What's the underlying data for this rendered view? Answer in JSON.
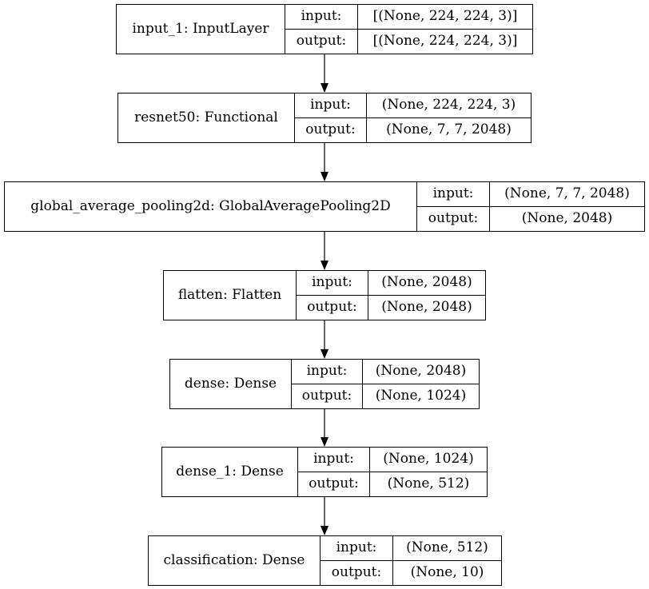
{
  "diagram": {
    "nodes": [
      {
        "id": "n0",
        "name": "input_1: InputLayer",
        "input_label": "input:",
        "input_value": "[(None, 224, 224, 3)]",
        "output_label": "output:",
        "output_value": "[(None, 224, 224, 3)]"
      },
      {
        "id": "n1",
        "name": "resnet50: Functional",
        "input_label": "input:",
        "input_value": "(None, 224, 224, 3)",
        "output_label": "output:",
        "output_value": "(None, 7, 7, 2048)"
      },
      {
        "id": "n2",
        "name": "global_average_pooling2d: GlobalAveragePooling2D",
        "input_label": "input:",
        "input_value": "(None, 7, 7, 2048)",
        "output_label": "output:",
        "output_value": "(None, 2048)"
      },
      {
        "id": "n3",
        "name": "flatten: Flatten",
        "input_label": "input:",
        "input_value": "(None, 2048)",
        "output_label": "output:",
        "output_value": "(None, 2048)"
      },
      {
        "id": "n4",
        "name": "dense: Dense",
        "input_label": "input:",
        "input_value": "(None, 2048)",
        "output_label": "output:",
        "output_value": "(None, 1024)"
      },
      {
        "id": "n5",
        "name": "dense_1: Dense",
        "input_label": "input:",
        "input_value": "(None, 1024)",
        "output_label": "output:",
        "output_value": "(None, 512)"
      },
      {
        "id": "n6",
        "name": "classification: Dense",
        "input_label": "input:",
        "input_value": "(None, 512)",
        "output_label": "output:",
        "output_value": "(None, 10)"
      }
    ],
    "edges": [
      {
        "from": "n0",
        "to": "n1"
      },
      {
        "from": "n1",
        "to": "n2"
      },
      {
        "from": "n2",
        "to": "n3"
      },
      {
        "from": "n3",
        "to": "n4"
      },
      {
        "from": "n4",
        "to": "n5"
      },
      {
        "from": "n5",
        "to": "n6"
      }
    ]
  }
}
